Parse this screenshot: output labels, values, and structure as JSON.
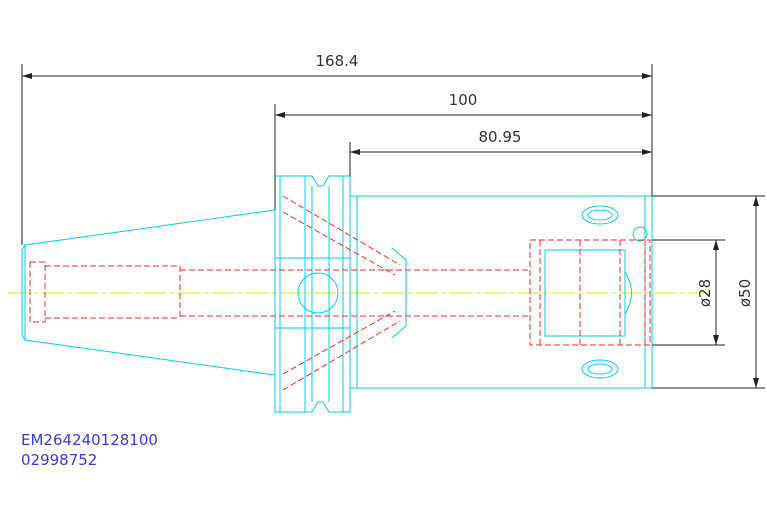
{
  "dimensions": {
    "overall_length": "168.4",
    "gauge_to_end": "100",
    "flange_to_end": "80.95",
    "bore_diameter": "ø28",
    "body_diameter": "ø50"
  },
  "codes": {
    "part_number": "EM264240128100",
    "order_number": "02998752"
  },
  "colors": {
    "outline": "#00d2e6",
    "hidden": "#ff2a2a",
    "centerline": "#e6e600",
    "dimension": "#222222",
    "code_text": "#3b3bd6"
  }
}
